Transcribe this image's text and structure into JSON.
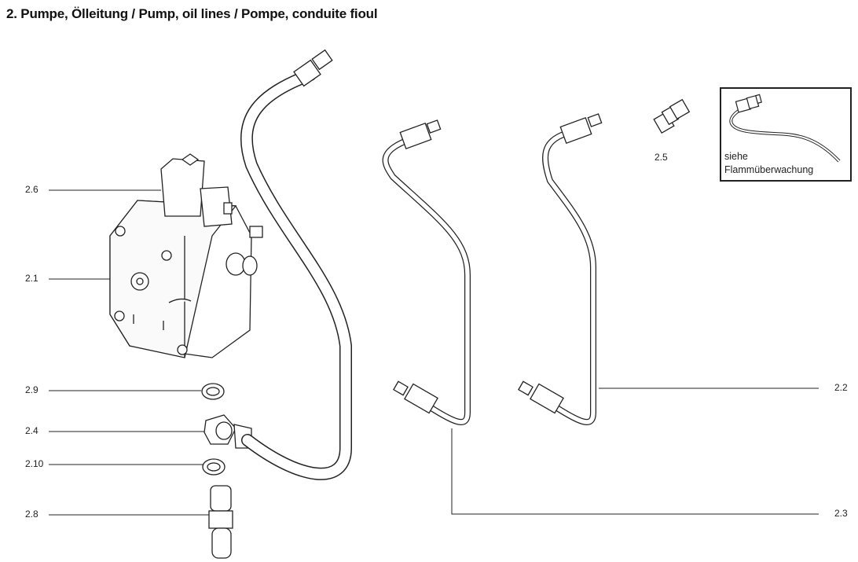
{
  "title": "2. Pumpe, Ölleitung / Pump, oil lines / Pompe, conduite fioul",
  "parts": {
    "p2_6": "2.6",
    "p2_1": "2.1",
    "p2_9": "2.9",
    "p2_4": "2.4",
    "p2_10": "2.10",
    "p2_8": "2.8",
    "p2_5": "2.5",
    "p2_2": "2.2",
    "p2_3": "2.3"
  },
  "inset": {
    "line1": "siehe",
    "line2": "Flammüberwachung"
  }
}
